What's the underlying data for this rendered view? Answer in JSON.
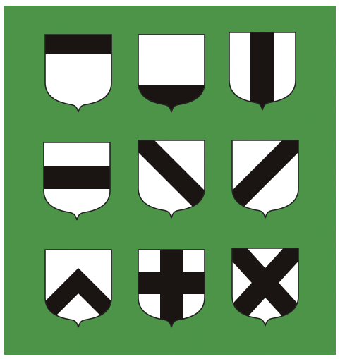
{
  "board": {
    "background": "#4a9444",
    "field_color": "#ffffff",
    "charge_color": "#1a1512",
    "outline_color": "#222222"
  },
  "shields": [
    {
      "charge": "chief"
    },
    {
      "charge": "base"
    },
    {
      "charge": "pale"
    },
    {
      "charge": "fess"
    },
    {
      "charge": "bend"
    },
    {
      "charge": "bend-sinister"
    },
    {
      "charge": "chevron"
    },
    {
      "charge": "cross"
    },
    {
      "charge": "saltire"
    }
  ]
}
